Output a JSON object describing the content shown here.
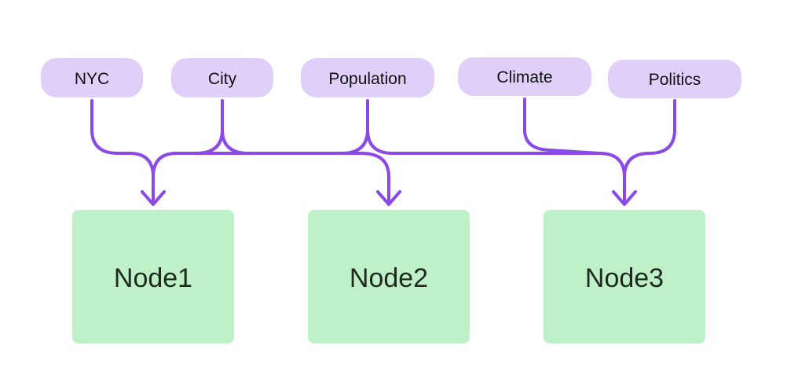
{
  "tags": [
    {
      "id": "nyc",
      "label": "NYC"
    },
    {
      "id": "city",
      "label": "City"
    },
    {
      "id": "population",
      "label": "Population"
    },
    {
      "id": "climate",
      "label": "Climate"
    },
    {
      "id": "politics",
      "label": "Politics"
    }
  ],
  "nodes": [
    {
      "id": "node1",
      "label": "Node1"
    },
    {
      "id": "node2",
      "label": "Node2"
    },
    {
      "id": "node3",
      "label": "Node3"
    }
  ],
  "colors": {
    "tag_fill": "#e0cff8",
    "node_fill": "#bff1c9",
    "connector": "#8b4ae6"
  }
}
